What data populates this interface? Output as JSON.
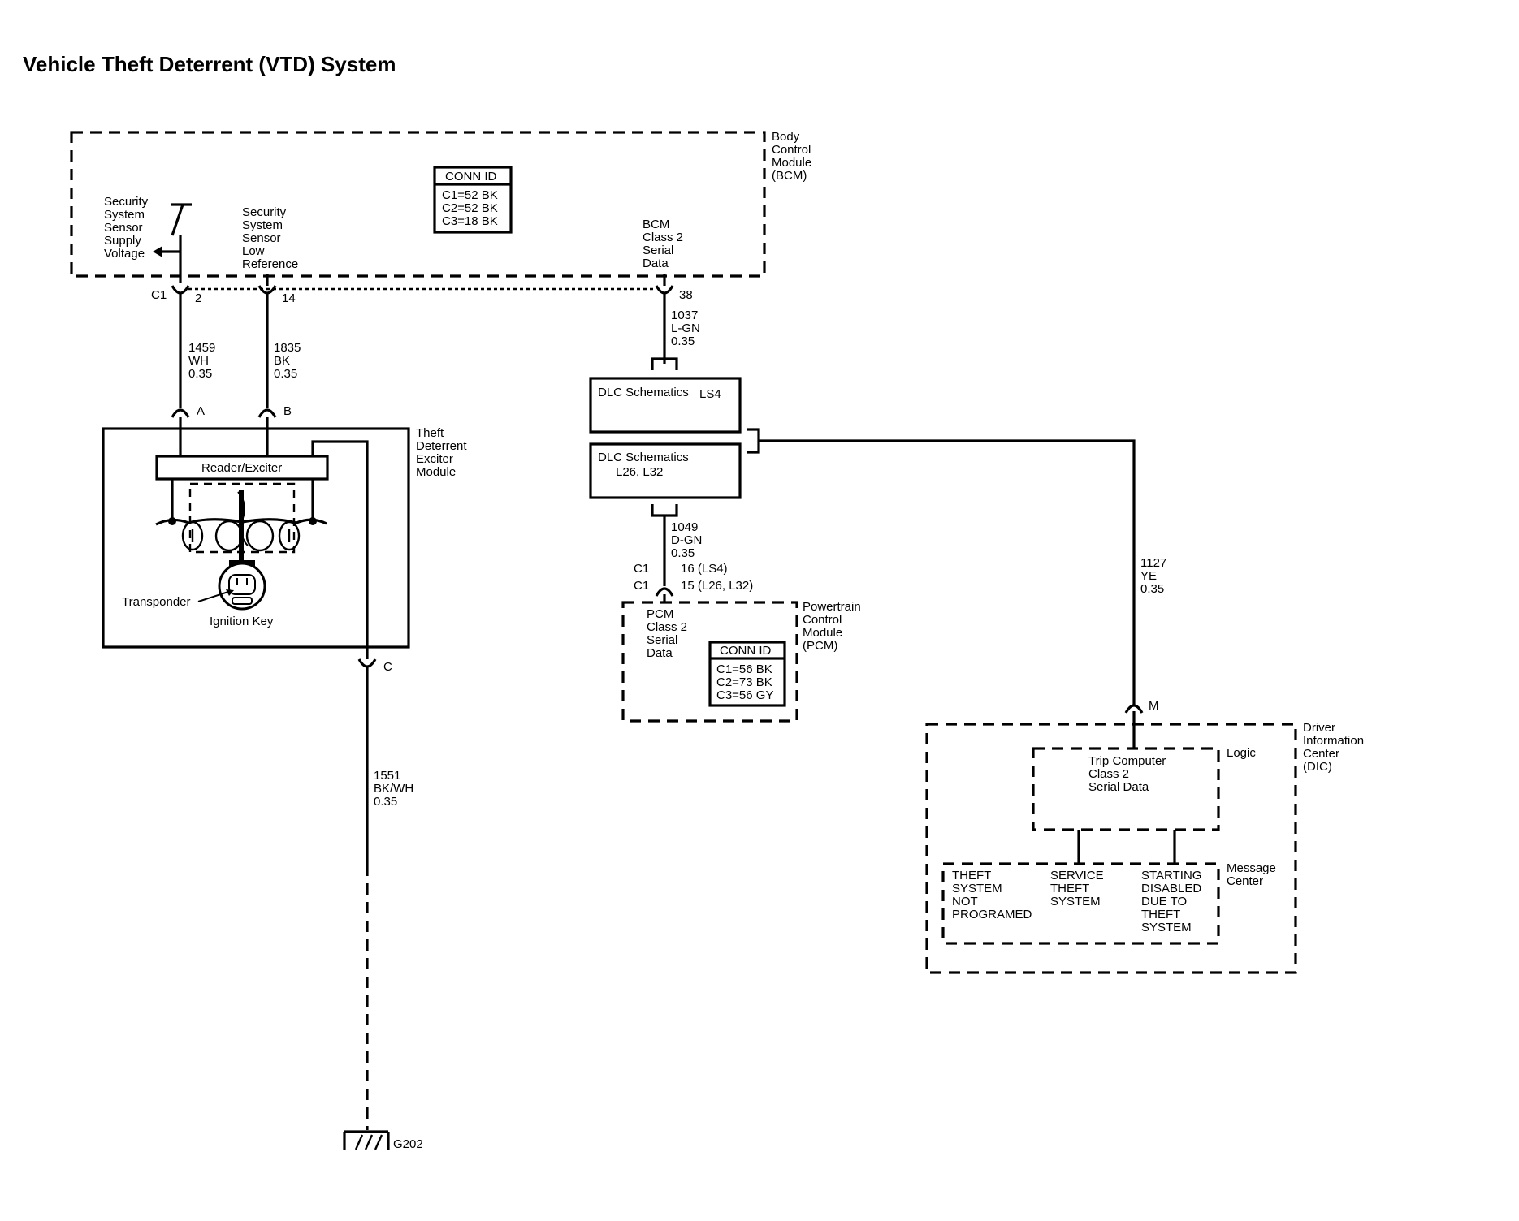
{
  "title": "Vehicle Theft Deterrent (VTD) System",
  "bcm": {
    "name": [
      "Body",
      "Control",
      "Module",
      "(BCM)"
    ],
    "conn_id": {
      "header": "CONN ID",
      "rows": [
        "C1=52 BK",
        "C2=52 BK",
        "C3=18 BK"
      ]
    },
    "supply_label": [
      "Security",
      "System",
      "Sensor",
      "Supply",
      "Voltage"
    ],
    "low_ref_label": [
      "Security",
      "System",
      "Sensor",
      "Low",
      "Reference"
    ],
    "class2_label": [
      "BCM",
      "Class 2",
      "Serial",
      "Data"
    ],
    "connector": "C1",
    "pins": {
      "supply": "2",
      "low_ref": "14",
      "class2": "38"
    }
  },
  "wires": {
    "w1459": [
      "1459",
      "WH",
      "0.35"
    ],
    "w1835": [
      "1835",
      "BK",
      "0.35"
    ],
    "w1037": [
      "1037",
      "L-GN",
      "0.35"
    ],
    "w1049": [
      "1049",
      "D-GN",
      "0.35"
    ],
    "w1127": [
      "1127",
      "YE",
      "0.35"
    ],
    "w1551": [
      "1551",
      "BK/WH",
      "0.35"
    ]
  },
  "tdem": {
    "name": [
      "Theft",
      "Deterrent",
      "Exciter",
      "Module"
    ],
    "reader": "Reader/Exciter",
    "transponder": "Transponder",
    "ignition_key": "Ignition Key",
    "pins": {
      "a": "A",
      "b": "B",
      "c": "C"
    }
  },
  "dlc": {
    "top_label": "DLC Schematics",
    "top_variant": "LS4",
    "bottom_label": "DLC Schematics",
    "bottom_variant": "L26, L32"
  },
  "pcm": {
    "name": [
      "Powertrain",
      "Control",
      "Module",
      "(PCM)"
    ],
    "class2_label": [
      "PCM",
      "Class 2",
      "Serial",
      "Data"
    ],
    "conn_id": {
      "header": "CONN ID",
      "rows": [
        "C1=56 BK",
        "C2=73 BK",
        "C3=56 GY"
      ]
    },
    "pin_rows": [
      {
        "connector": "C1",
        "pin": "16 (LS4)"
      },
      {
        "connector": "C1",
        "pin": "15 (L26, L32)"
      }
    ]
  },
  "dic": {
    "name": [
      "Driver",
      "Information",
      "Center",
      "(DIC)"
    ],
    "pin": "M",
    "logic_title": "Logic",
    "logic_text": [
      "Trip Computer",
      "Class 2",
      "Serial Data"
    ],
    "message_center": [
      "Message",
      "Center"
    ],
    "messages": [
      [
        "THEFT",
        "SYSTEM",
        "NOT",
        "PROGRAMED"
      ],
      [
        "SERVICE",
        "THEFT",
        "SYSTEM"
      ],
      [
        "STARTING",
        "DISABLED",
        "DUE TO",
        "THEFT",
        "SYSTEM"
      ]
    ]
  },
  "ground": "G202"
}
